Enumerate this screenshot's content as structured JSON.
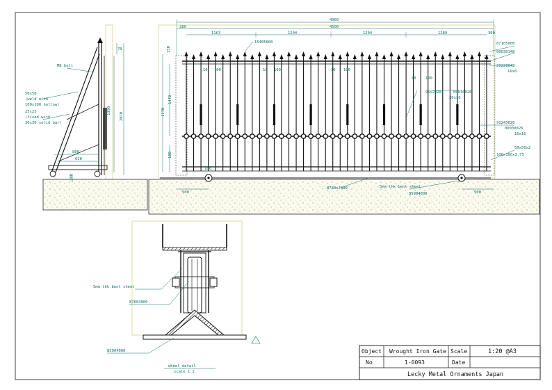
{
  "side_view": {
    "callouts": [
      "M8 bolt",
      "50x50",
      "(weld with",
      "100x100 hollow)",
      "25x25",
      "(fixed with",
      "30x30 solid bar)"
    ],
    "dims": [
      "70",
      "1390",
      "2010",
      "800",
      "630",
      "100"
    ]
  },
  "front_view": {
    "top_dims": [
      "4960",
      "280",
      "4500",
      "300",
      "1163",
      "1204",
      "1204",
      "1289"
    ],
    "left_dims": [
      "150",
      "1770",
      "1470",
      "100"
    ],
    "bottom_dims": [
      "500",
      "500",
      "100"
    ],
    "callouts": [
      "15405000",
      "87105000",
      "00030148",
      "29220043",
      "16x8",
      "96x2028",
      "00030020",
      "30x30",
      "91245026",
      "00030026",
      "16x16",
      "50x50x2",
      "100x100x3.75",
      "8780x2500",
      "5mm thk bent sheet",
      "85904000"
    ],
    "small_dims": [
      "10",
      "100",
      "10",
      "100",
      "10",
      "100",
      "10",
      "100"
    ]
  },
  "wheel_detail": {
    "callouts": [
      "5mm thk bent sheet",
      "87604000",
      "85904000"
    ],
    "title": "wheel detail",
    "scale": "scale 1:2"
  },
  "title_block": {
    "object_label": "Object",
    "object_value": "Wrought Iron Gate",
    "scale_label": "Scale",
    "scale_value": "1:20 @A3",
    "no_label": "No",
    "no_value": "1-0093",
    "date_label": "Date",
    "date_value": "",
    "company": "Lecky Metal Ornaments Japan"
  },
  "colors": {
    "line": "#111111",
    "dim": "#0b6f6a",
    "ground": "#c9c27a",
    "frame": "#d8d38a"
  }
}
